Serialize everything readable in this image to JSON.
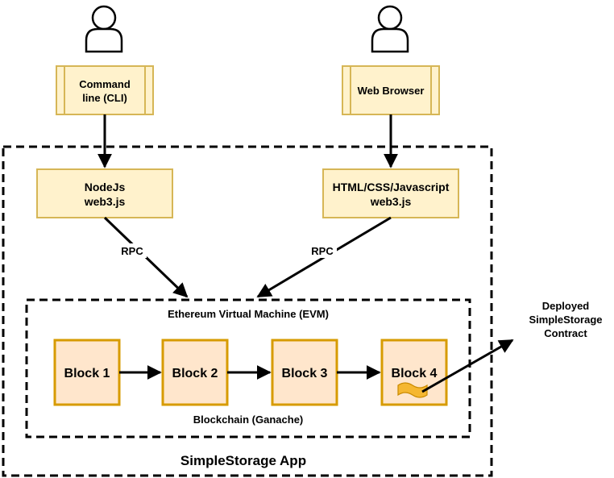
{
  "users": {
    "left_icon": "user-icon",
    "right_icon": "user-icon"
  },
  "boxes": {
    "cli": {
      "line1": "Command",
      "line2": "line (CLI)"
    },
    "browser": {
      "line1": "Web Browser"
    },
    "nodejs": {
      "line1": "NodeJs",
      "line2": "web3.js"
    },
    "html": {
      "line1": "HTML/CSS/Javascript",
      "line2": "web3.js"
    }
  },
  "edges": {
    "rpc_left": "RPC",
    "rpc_right": "RPC"
  },
  "evm": {
    "label": "Ethereum Virtual Machine (EVM)"
  },
  "blocks": [
    {
      "label": "Block 1"
    },
    {
      "label": "Block 2"
    },
    {
      "label": "Block 3"
    },
    {
      "label": "Block 4"
    }
  ],
  "blockchain": {
    "label": "Blockchain (Ganache)"
  },
  "app": {
    "label": "SimpleStorage App"
  },
  "contract": {
    "line1": "Deployed",
    "line2": "SimpleStorage",
    "line3": "Contract"
  },
  "colors": {
    "box_fill": "#fff2cc",
    "box_stroke": "#d6b656",
    "block_fill": "#ffe6cc",
    "block_stroke": "#d79b00",
    "flag_fill": "#f5b731"
  }
}
